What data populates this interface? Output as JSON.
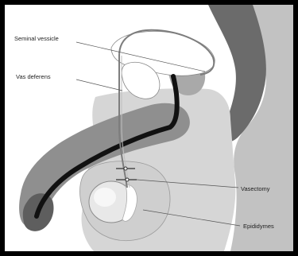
{
  "labels": {
    "seminal_vesicle": "Seminal vessicle",
    "vas_deferens": "Vas deferens",
    "vasectomy": "Vasectomy",
    "epididymes": "Epididymes"
  },
  "colors": {
    "frame": "#000000",
    "background": "#ffffff",
    "body_light": "#d6d6d6",
    "body_mid": "#a9a9a9",
    "body_dark": "#6b6b6b",
    "urethra": "#111111",
    "leader_line": "#555555"
  }
}
